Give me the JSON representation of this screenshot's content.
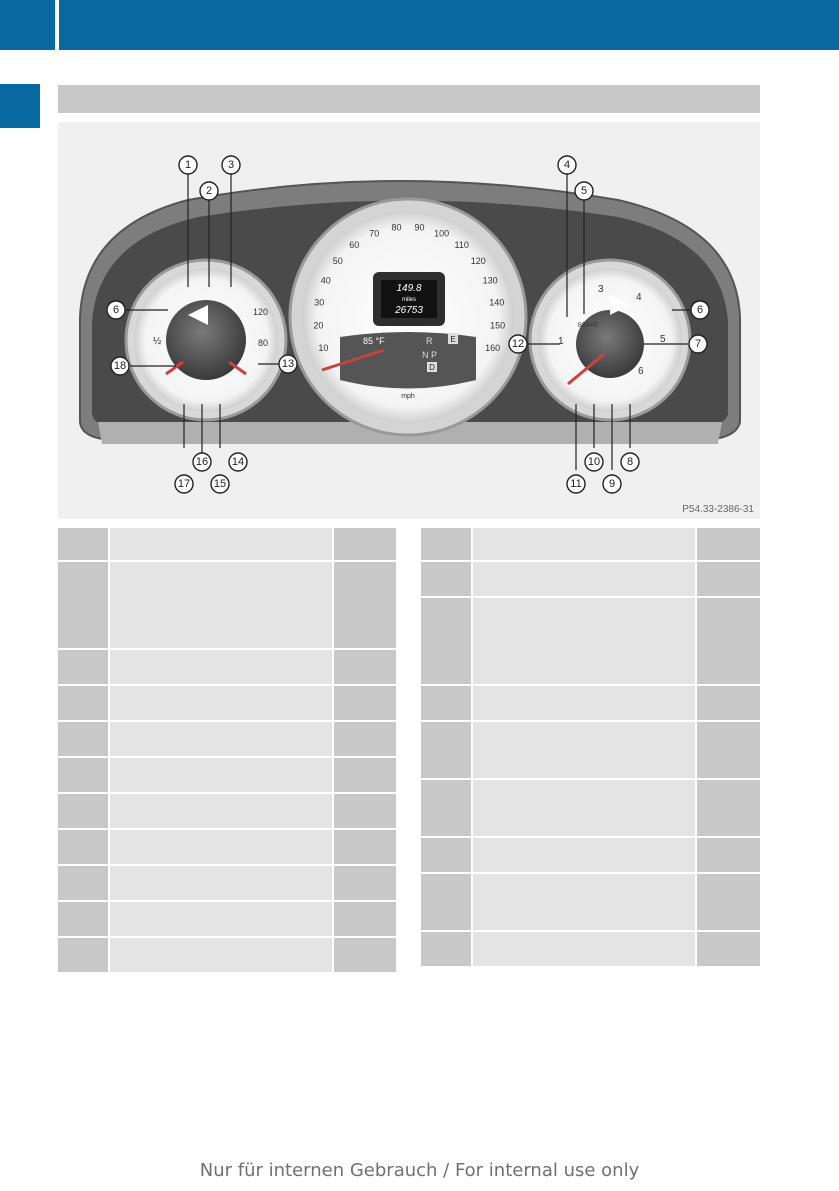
{
  "figure": {
    "code": "P54.33-2386-31",
    "callouts": [
      "1",
      "2",
      "3",
      "4",
      "5",
      "6",
      "6",
      "7",
      "8",
      "9",
      "10",
      "11",
      "12",
      "13",
      "14",
      "15",
      "16",
      "17",
      "18"
    ],
    "speedo_ticks": [
      "10",
      "20",
      "30",
      "40",
      "50",
      "60",
      "70",
      "80",
      "90",
      "100",
      "110",
      "120",
      "130",
      "140",
      "150",
      "160"
    ],
    "speed_unit": "mph",
    "display_trip": "149.8",
    "display_unit": "miles",
    "display_odo": "26753",
    "outside_temp": "85 °F",
    "gear_r": "R",
    "gear_np": "N P",
    "gear_d": "D",
    "gear_e": "E",
    "left_gauge_120": "120",
    "left_gauge_80": "80",
    "left_gauge_half": "½",
    "rpm_1": "1",
    "rpm_3": "3",
    "rpm_4": "4",
    "rpm_5": "5",
    "rpm_6": "6",
    "brake_label": "BRAKE"
  },
  "footer": {
    "note": "Nur für internen Gebrauch / For internal use only"
  }
}
